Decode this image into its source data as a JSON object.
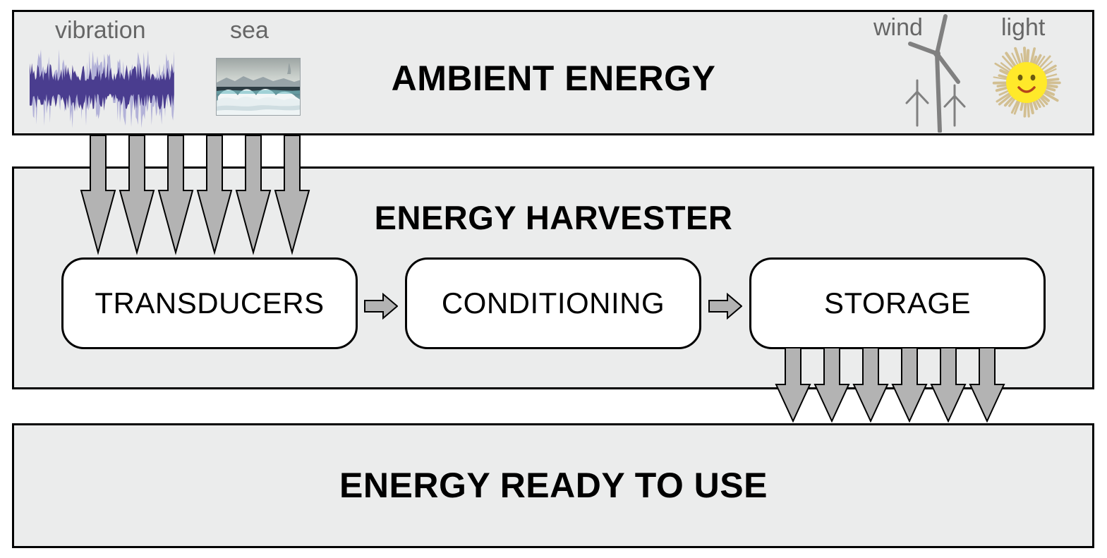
{
  "diagram": {
    "title": "Energy harvesting block diagram",
    "colors": {
      "panel_fill": "#ebecec",
      "panel_border": "#000000",
      "box_fill": "#ffffff",
      "arrow_fill": "#b3b3b3",
      "label_text": "#666666",
      "wave_dark": "#4a3d8f",
      "wave_light": "#b3b2d8",
      "sun_yellow": "#ffe92a",
      "sun_rays": "#d9c89a",
      "turbine_grey": "#808080"
    }
  },
  "panels": {
    "ambient": {
      "title": "AMBIENT ENERGY"
    },
    "harvester": {
      "title": "ENERGY HARVESTER"
    },
    "ready": {
      "title": "ENERGY READY TO USE"
    }
  },
  "sources": [
    {
      "label": "vibration",
      "icon": "waveform-icon"
    },
    {
      "label": "sea",
      "icon": "sea-wave-photo-icon"
    },
    {
      "label": "wind",
      "icon": "wind-turbine-icon"
    },
    {
      "label": "light",
      "icon": "sun-icon"
    }
  ],
  "blocks": [
    {
      "label": "TRANSDUCERS"
    },
    {
      "label": "CONDITIONING"
    },
    {
      "label": "STORAGE"
    }
  ],
  "flow": {
    "input_arrow_count": 6,
    "output_arrow_count": 6,
    "connector_count": 2
  }
}
